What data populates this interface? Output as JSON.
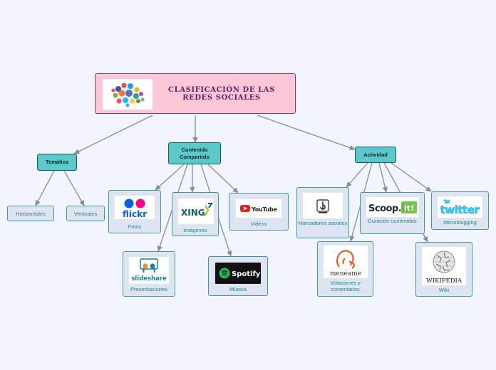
{
  "root": {
    "title": "CLASIFICACIÓN DE LAS REDES SOCIALES"
  },
  "categories": {
    "tematica": "Temática",
    "contenido": "Contenido Compartido",
    "actividad": "Actividad"
  },
  "tematica_items": {
    "horizontales": "Horizontales",
    "verticales": "Verticales"
  },
  "contenido_items": {
    "fotos": {
      "label": "Fotos",
      "logo": "flickr"
    },
    "imagenes": {
      "label": "Imágenes",
      "logo": "XING"
    },
    "videos": {
      "label": "Videos",
      "logo": "YouTube"
    },
    "presentaciones": {
      "label": "Presentaciones",
      "logo": "slideshare"
    },
    "musica": {
      "label": "Música",
      "logo": "Spotify"
    }
  },
  "actividad_items": {
    "marcadores": {
      "label": "Marcadores sociales"
    },
    "curacion": {
      "label": "Curación contenidos",
      "logo": "Scoop.it!"
    },
    "microblogging": {
      "label": "Microblogging",
      "logo": "twitter"
    },
    "votaciones": {
      "label": "Votaciones y comentarios",
      "logo": "menéame"
    },
    "wiki": {
      "label": "Wiki",
      "logo": "WIKIPEDIA"
    }
  },
  "colors": {
    "root_fill": "#fbc8d8",
    "category_fill": "#5bc9c9",
    "leaf_fill": "#dfe4f2",
    "leaf_text": "#1d8a8a",
    "connector": "#848d99"
  }
}
